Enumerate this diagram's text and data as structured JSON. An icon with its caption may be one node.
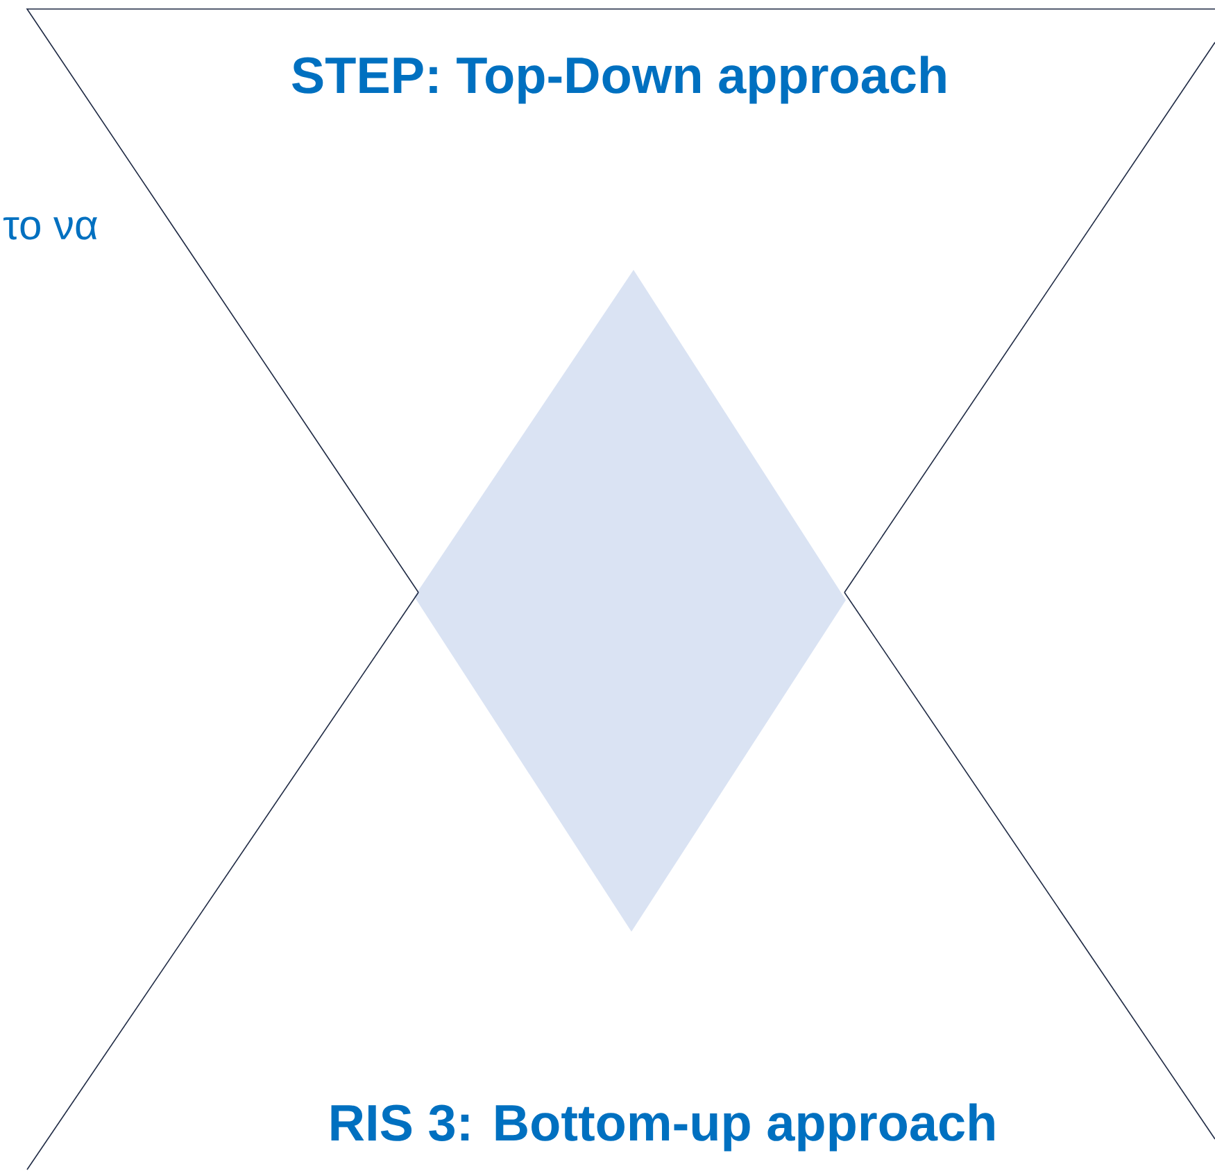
{
  "diagram": {
    "nodes": [
      {
        "text": [
          "STEP: Top-Down approach"
        ]
      },
      {
        "text": [],
        "shape": "diamond"
      },
      {
        "text": [
          "RIS 3: Bottom-up approach"
        ]
      }
    ],
    "labels": [
      "το να"
    ]
  }
}
